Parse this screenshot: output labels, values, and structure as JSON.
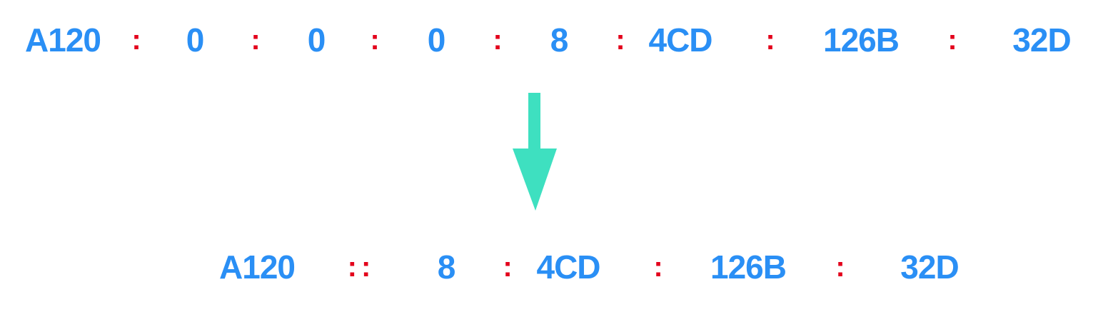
{
  "colors": {
    "group": "#2a8ff5",
    "separator": "#e3001b",
    "arrow": "#3ee0c0",
    "background": "#ffffff"
  },
  "full_address": {
    "groups": [
      "A120",
      "0",
      "0",
      "0",
      "8",
      "4CD",
      "126B",
      "32D"
    ],
    "separators": [
      ":",
      ":",
      ":",
      ":",
      ":",
      ":",
      ":"
    ]
  },
  "compressed_address": {
    "groups": [
      "A120",
      "8",
      "4CD",
      "126B",
      "32D"
    ],
    "separators": [
      "::",
      ":",
      ":",
      ":"
    ]
  },
  "arrow_icon": "arrow-down-icon"
}
